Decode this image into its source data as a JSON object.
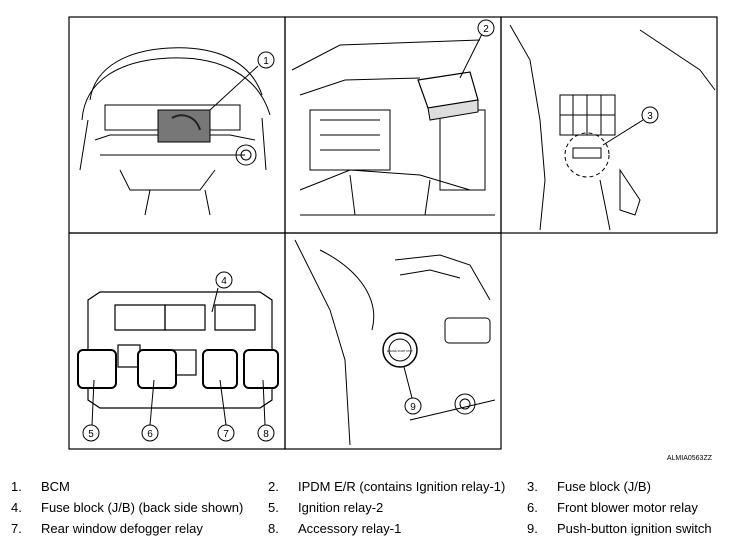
{
  "figure_id": "ALMIA0563ZZ",
  "callouts": [
    "1",
    "2",
    "3",
    "4",
    "5",
    "6",
    "7",
    "8",
    "9"
  ],
  "engine_start_label": "ENGINE START STOP",
  "legend": [
    {
      "num": "1.",
      "text": "BCM"
    },
    {
      "num": "2.",
      "text": "IPDM E/R (contains Ignition relay-1)"
    },
    {
      "num": "3.",
      "text": "Fuse block (J/B)"
    },
    {
      "num": "4.",
      "text": "Fuse block (J/B) (back side shown)"
    },
    {
      "num": "5.",
      "text": "Ignition relay-2"
    },
    {
      "num": "6.",
      "text": "Front blower motor relay"
    },
    {
      "num": "7.",
      "text": "Rear window defogger relay"
    },
    {
      "num": "8.",
      "text": "Accessory relay-1"
    },
    {
      "num": "9.",
      "text": "Push-button ignition switch"
    }
  ]
}
